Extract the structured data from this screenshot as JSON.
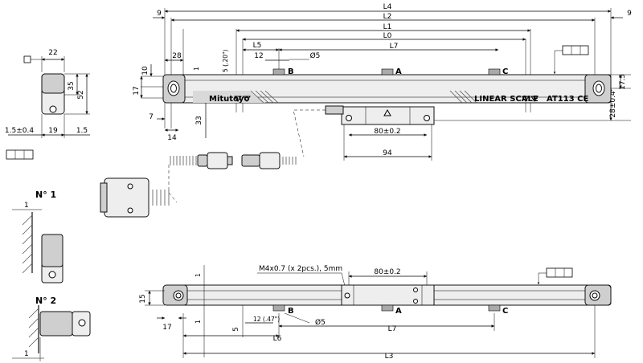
{
  "top_view": {
    "overall_dims": {
      "l4": "L4",
      "l2": "L2",
      "l1": "L1",
      "l0": "L0",
      "l5": "L5",
      "l7": "L7",
      "end_left": "9",
      "end_right": "9"
    },
    "local_dims": {
      "d28": "28",
      "d10": "10",
      "d17": "17",
      "d7": "7",
      "d14": "14",
      "d33": "33",
      "d1": "1",
      "d5_20": "5 (.20\")",
      "d12": "12",
      "hole": "Ø5",
      "d17_5": "17.5",
      "d28_04": "28±0.4",
      "d80": "80±0.2",
      "d94": "94"
    },
    "points": {
      "a": "A",
      "b": "B",
      "c": "C"
    },
    "brand": "Mitutoyo",
    "scale_label": "LINEAR SCALE",
    "model": "AT113 CE"
  },
  "side_view": {
    "d22": "22",
    "d35": "35",
    "d52": "52",
    "d15_04": "1.5±0.4",
    "d19": "19",
    "d1_5": "1.5"
  },
  "mounting": {
    "no1": "N° 1",
    "no2": "N° 2",
    "dim1a": "1",
    "dim1b": "1"
  },
  "bottom_view": {
    "l3": "L3",
    "l6": "L6",
    "l7": "L7",
    "m4": "M4x0.7 (x 2pcs.), 5mm",
    "d80": "80±0.2",
    "d15": "15",
    "d17": "17",
    "d1a": "1",
    "d1b": "1",
    "d5": "5",
    "d12": "12 (.47\")",
    "hole": "Ø5",
    "points": {
      "a": "A",
      "b": "B",
      "c": "C"
    }
  }
}
